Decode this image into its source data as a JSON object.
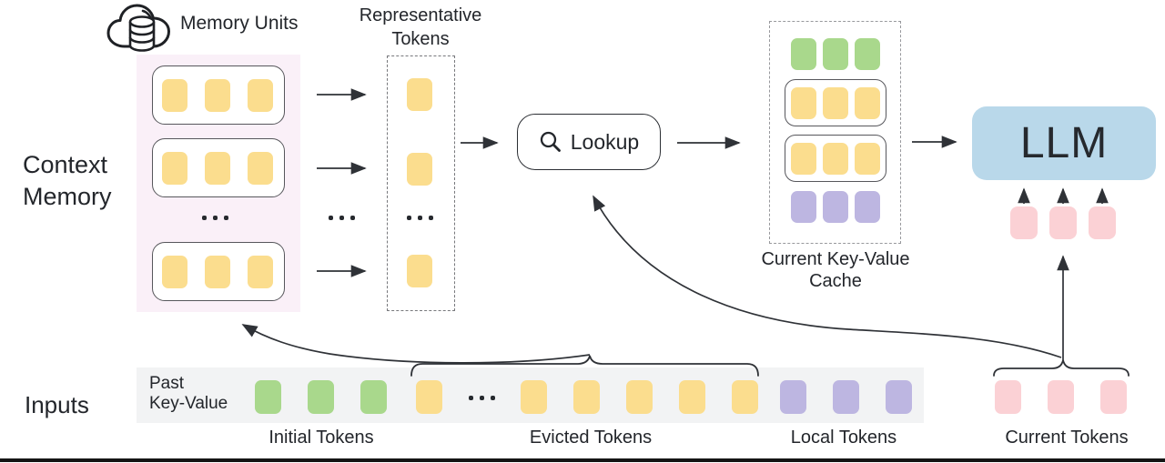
{
  "labels": {
    "memory_units": "Memory Units",
    "context_l1": "Context",
    "context_l2": "Memory",
    "representative_l1": "Representative",
    "representative_l2": "Tokens",
    "lookup": "Lookup",
    "cache_l1": "Current Key-Value",
    "cache_l2": "Cache",
    "llm": "LLM",
    "inputs": "Inputs",
    "past_kv_l1": "Past",
    "past_kv_l2": "Key-Value",
    "initial_tokens": "Initial Tokens",
    "evicted_tokens": "Evicted Tokens",
    "local_tokens": "Local Tokens",
    "current_tokens": "Current Tokens"
  },
  "colors": {
    "yellow": "#fbdd8e",
    "green": "#a9d88c",
    "purple": "#bdb6e1",
    "pink": "#fbd1d5",
    "blue": "#b9d8ea",
    "memory_bg": "#faf0f8",
    "strip_bg": "#f2f3f4",
    "line": "#2f3237"
  },
  "token_groups": {
    "memory_unit": {
      "count": 3,
      "color": "yellow"
    },
    "rep_token": {
      "count": 1,
      "color": "yellow"
    },
    "cache_initial": {
      "count": 3,
      "color": "green"
    },
    "cache_mem1": {
      "count": 3,
      "color": "yellow"
    },
    "cache_mem2": {
      "count": 3,
      "color": "yellow"
    },
    "cache_local": {
      "count": 3,
      "color": "purple"
    },
    "llm_inputs": {
      "count": 3,
      "color": "pink"
    },
    "strip_initial": {
      "count": 3,
      "color": "green"
    },
    "strip_evicted_a": {
      "count": 1,
      "color": "yellow"
    },
    "strip_evicted_b": {
      "count": 5,
      "color": "yellow"
    },
    "strip_local": {
      "count": 3,
      "color": "purple"
    },
    "strip_current": {
      "count": 3,
      "color": "pink"
    }
  },
  "structure": {
    "memory_units_visible": 3,
    "representative_tokens_visible": 3,
    "cache_rows": [
      "initial(green)",
      "memory-unit(yellow,boxed)",
      "memory-unit(yellow,boxed)",
      "local(purple)"
    ]
  }
}
